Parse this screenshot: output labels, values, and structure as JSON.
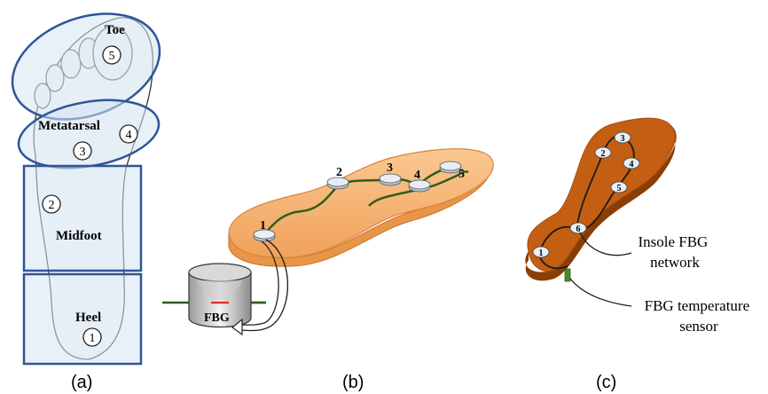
{
  "panels": {
    "a": {
      "caption": "(a)",
      "regions": {
        "toe": "Toe",
        "metatarsal": "Metatarsal",
        "midfoot": "Midfoot",
        "heel": "Heel"
      },
      "points": [
        "1",
        "2",
        "3",
        "4",
        "5"
      ]
    },
    "b": {
      "caption": "(b)",
      "sensors": [
        "1",
        "2",
        "3",
        "4",
        "5"
      ],
      "fbg_label": "FBG"
    },
    "c": {
      "caption": "(c)",
      "sensors": [
        "1",
        "2",
        "3",
        "4",
        "5",
        "6"
      ],
      "label_network": [
        "Insole FBG",
        "network"
      ],
      "label_temp": [
        "FBG temperature",
        "sensor"
      ]
    }
  },
  "colors": {
    "region_fill": "#d6e4f3",
    "region_stroke": "#2f5597",
    "insole_b": "#f7b97a",
    "insole_c": "#c45e12",
    "fiber": "#2e5e1e",
    "sensor": "#e8eef5"
  }
}
